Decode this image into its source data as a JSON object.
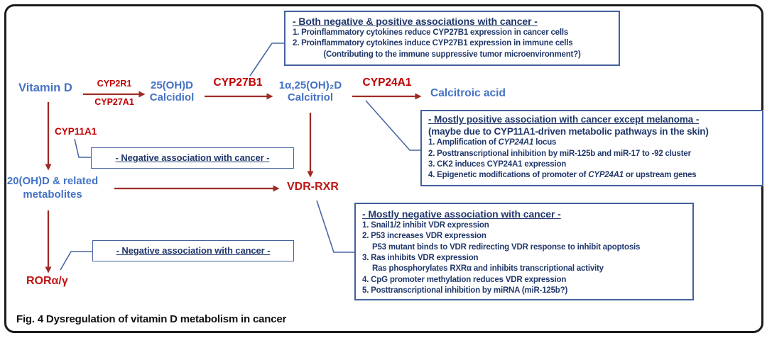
{
  "figure": {
    "caption": "Fig. 4 Dysregulation of vitamin D metabolism in cancer"
  },
  "colors": {
    "node_blue": "#4472C4",
    "enzyme_red": "#C00000",
    "red_node": "#BE1515",
    "arrow_red": "#9E2B26",
    "navy": "#21386B",
    "box_border": "#44619D"
  },
  "nodes": {
    "vitamin_d": "Vitamin D",
    "calcidiol_line1": "25(OH)D",
    "calcidiol_line2": "Calcidiol",
    "calcitriol_line1": "1α,25(OH)₂D",
    "calcitriol_line2": "Calcitriol",
    "calcitroic_acid": "Calcitroic acid",
    "oh20_line1": "20(OH)D & related",
    "oh20_line2": "metabolites",
    "vdr_rxr": "VDR-RXR",
    "ror": "RORα/γ"
  },
  "enzymes": {
    "cyp2r1": "CYP2R1",
    "cyp27a1": "CYP27A1",
    "cyp27b1": "CYP27B1",
    "cyp24a1": "CYP24A1",
    "cyp11a1": "CYP11A1"
  },
  "boxes": {
    "cyp27b1_box": {
      "title": "- Both negative & positive associations with cancer -",
      "lines": [
        {
          "segments": [
            {
              "t": "1. Proinflammatory cytokines reduce CYP27B1 expression in cancer cells"
            }
          ]
        },
        {
          "segments": [
            {
              "t": "2. Proinflammatory cytokines induce CYP27B1 expression in immune cells"
            }
          ]
        },
        {
          "center": true,
          "segments": [
            {
              "t": "(Contributing to the immune suppressive tumor microenvironment?)"
            }
          ]
        }
      ]
    },
    "cyp11a1_box": {
      "title": "- Negative association with cancer -"
    },
    "cyp24a1_box": {
      "title": "- Mostly positive association with cancer except melanoma -",
      "subtitle": "(maybe due to CYP11A1-driven metabolic pathways in the skin)",
      "lines": [
        {
          "segments": [
            {
              "t": "1. Amplification of "
            },
            {
              "t": "CYP24A1",
              "italic": true
            },
            {
              "t": " locus"
            }
          ]
        },
        {
          "segments": [
            {
              "t": "2. Posttranscriptional inhibition by miR-125b and miR-17 to -92 cluster"
            }
          ]
        },
        {
          "segments": [
            {
              "t": "3. CK2 induces CYP24A1 expression"
            }
          ]
        },
        {
          "segments": [
            {
              "t": "4. Epigenetic modifications of promoter of "
            },
            {
              "t": "CYP24A1",
              "italic": true
            },
            {
              "t": " or upstream genes"
            }
          ]
        }
      ]
    },
    "vdr_box": {
      "title": "- Mostly negative association with cancer -",
      "lines": [
        {
          "segments": [
            {
              "t": "1. Snail1/2 inhibit VDR expression"
            }
          ]
        },
        {
          "segments": [
            {
              "t": "2. P53 increases VDR expression"
            }
          ]
        },
        {
          "indent": true,
          "segments": [
            {
              "t": "P53 mutant binds to VDR redirecting VDR response to inhibit apoptosis"
            }
          ]
        },
        {
          "segments": [
            {
              "t": "3. Ras inhibits VDR expression"
            }
          ]
        },
        {
          "indent": true,
          "segments": [
            {
              "t": "Ras phosphorylates RXRα and inhibits transcriptional activity"
            }
          ]
        },
        {
          "segments": [
            {
              "t": "4. CpG promoter methylation reduces VDR expression"
            }
          ]
        },
        {
          "segments": [
            {
              "t": "5. Posttranscriptional inhibition by miRNA (miR-125b?)"
            }
          ]
        }
      ]
    },
    "ror_box": {
      "title": "- Negative association with cancer -"
    }
  }
}
